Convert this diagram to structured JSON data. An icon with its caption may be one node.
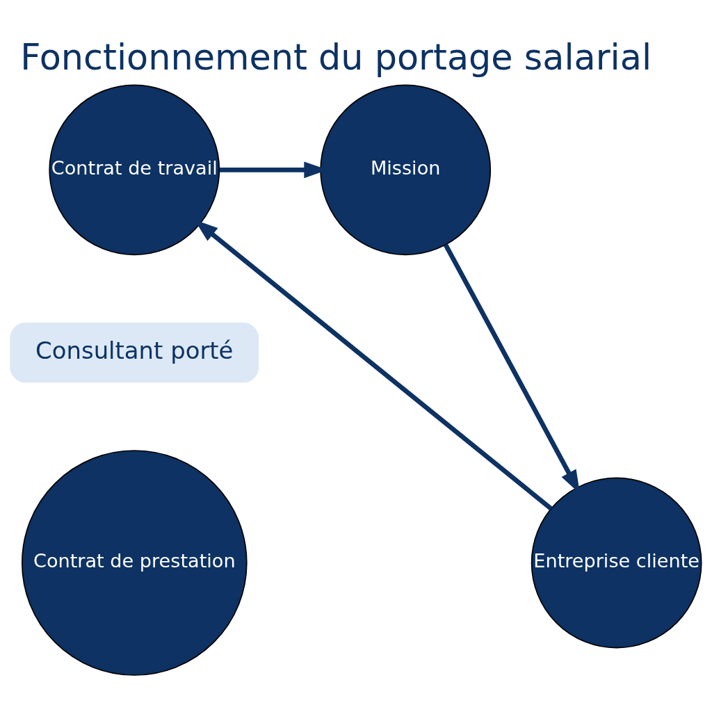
{
  "diagram": {
    "title": "Fonctionnement du portage salarial",
    "nodes": [
      {
        "text": [
          "Contrat de travail"
        ]
      },
      {
        "text": [
          "Mission"
        ]
      },
      {
        "text": [
          "Consultant porté"
        ]
      },
      {
        "text": [
          "Contrat de prestation"
        ]
      },
      {
        "text": [
          "Entreprise cliente"
        ]
      }
    ],
    "edges": [
      {
        "from": 0,
        "to": 1,
        "arrow": "to"
      },
      {
        "from": 1,
        "to": 4,
        "arrow": "to"
      },
      {
        "from": 4,
        "to": 0,
        "arrow": "to"
      }
    ]
  }
}
